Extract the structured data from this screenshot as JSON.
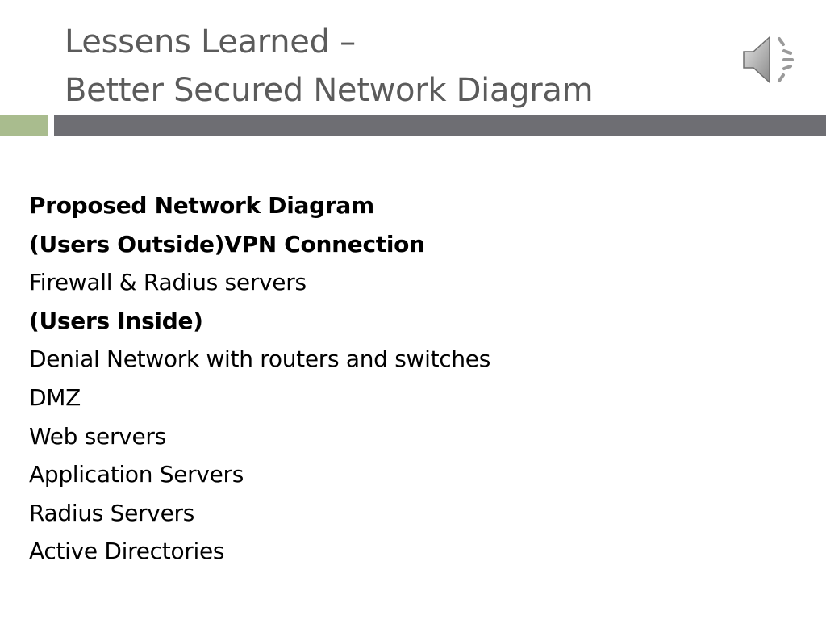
{
  "slide": {
    "title_lines": [
      "Lessens Learned –",
      "Better Secured Network Diagram"
    ],
    "audio_icon": "speaker-icon",
    "colors": {
      "title": "#5b5b5b",
      "accent_green": "#a9bc8e",
      "accent_grey": "#6e6e73"
    },
    "lines": [
      {
        "text": "Proposed Network Diagram",
        "bold": true
      },
      {
        "text": "(Users Outside)VPN Connection",
        "bold": true
      },
      {
        "text": "Firewall & Radius servers",
        "bold": false
      },
      {
        "text": "(Users Inside)",
        "bold": true
      },
      {
        "text": "Denial Network with routers and switches",
        "bold": false
      },
      {
        "text": "DMZ",
        "bold": false
      },
      {
        "text": "Web servers",
        "bold": false
      },
      {
        "text": "Application Servers",
        "bold": false
      },
      {
        "text": "Radius Servers",
        "bold": false
      },
      {
        "text": "Active Directories",
        "bold": false
      }
    ]
  }
}
